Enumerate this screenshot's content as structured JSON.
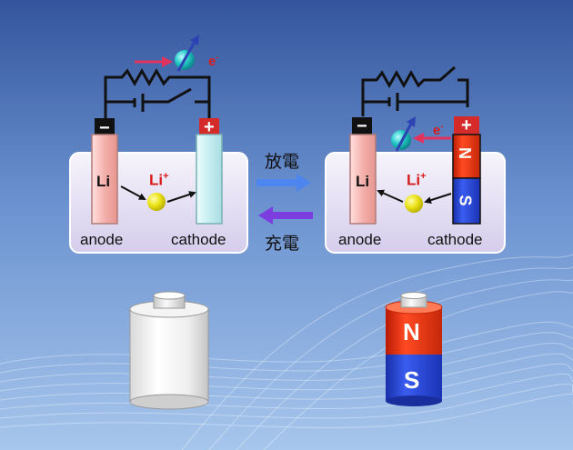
{
  "left_cell": {
    "anode_label": "anode",
    "cathode_label": "cathode",
    "anode_symbol": "Li",
    "ion_symbol": "Li",
    "ion_charge": "+",
    "electron_symbol": "e",
    "electron_charge": "-",
    "neg_terminal": "−",
    "pos_terminal": "+"
  },
  "right_cell": {
    "anode_label": "anode",
    "cathode_label": "cathode",
    "anode_symbol": "Li",
    "ion_symbol": "Li",
    "ion_charge": "+",
    "electron_symbol": "e",
    "electron_charge": "-",
    "neg_terminal": "−",
    "pos_terminal": "+",
    "magnet_n": "N",
    "magnet_s": "S"
  },
  "arrows": {
    "discharge_label": "放電",
    "charge_label": "充電"
  },
  "magnet_battery": {
    "n_label": "N",
    "s_label": "S"
  },
  "colors": {
    "background_top": "#3a5fa8",
    "background_bottom": "#9fc1ea",
    "anode_fill": "#f4b3b0",
    "cathode_fill": "#c7eef0",
    "ion_color": "#e8e010",
    "electron_color": "#20c0c0",
    "label_red": "#d81b1b",
    "discharge_arrow": "#4d86ef",
    "charge_arrow": "#7d3ee0",
    "magnet_red": "#e32f12",
    "magnet_blue": "#2245d8"
  }
}
